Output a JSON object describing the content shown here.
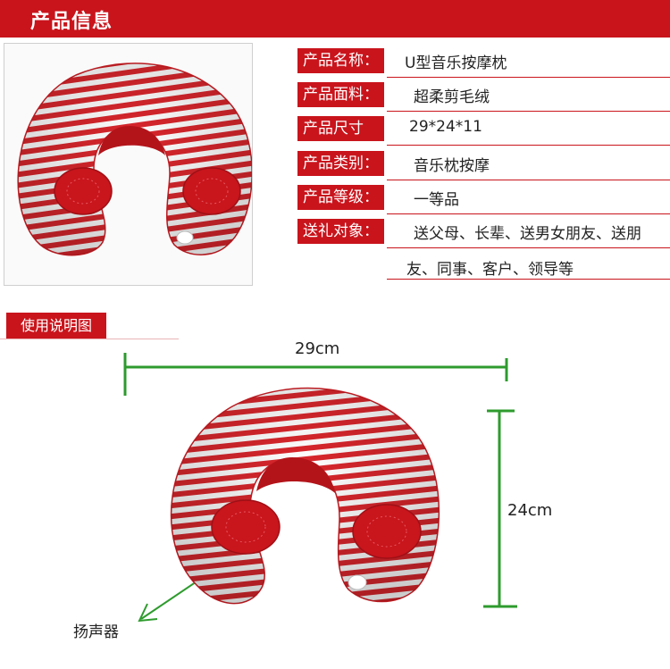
{
  "header": {
    "title": "产品信息"
  },
  "specs": [
    {
      "label": "产品名称",
      "sep": "：",
      "value": "U型音乐按摩枕"
    },
    {
      "label": "产品面料",
      "sep": "：",
      "value": "超柔剪毛绒"
    },
    {
      "label": "产品尺寸",
      "sep": "",
      "value": "29*24*11"
    },
    {
      "label": "产品类别",
      "sep": "：",
      "value": "音乐枕按摩"
    },
    {
      "label": "产品等级",
      "sep": "：",
      "value": "一等品"
    },
    {
      "label": "送礼对象",
      "sep": "：",
      "value": "送父母、长辈、送男女朋友、送朋",
      "value_cont": "友、同事、客户、领导等"
    }
  ],
  "usage": {
    "section_title": "使用说明图",
    "width_label": "29cm",
    "height_label": "24cm",
    "speaker_label": "扬声器"
  },
  "colors": {
    "brand_red": "#c9141c",
    "dimension_green": "#2e9b2e"
  }
}
